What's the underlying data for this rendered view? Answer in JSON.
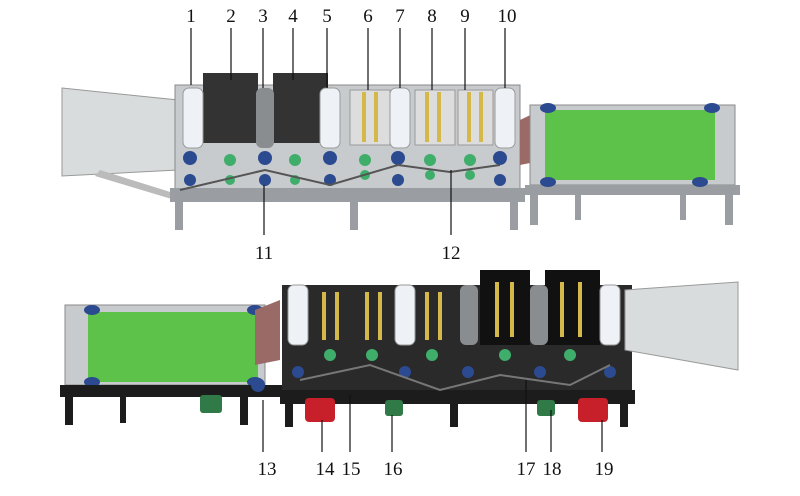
{
  "figure": {
    "top_labels": [
      "1",
      "2",
      "3",
      "4",
      "5",
      "6",
      "7",
      "8",
      "9",
      "10"
    ],
    "top_bottom_labels": [
      "11",
      "12"
    ],
    "bottom_labels": [
      "13",
      "14",
      "15",
      "16",
      "17",
      "18",
      "19"
    ]
  },
  "colors": {
    "belt_green": "#5cc24a",
    "frame_gray": "#9a9ea3",
    "dark_frame": "#1c1c1c",
    "roller_white": "#eef2f6",
    "roller_gray": "#8a8d90",
    "motor_red": "#c8202a",
    "motor_green": "#2f7a46",
    "bearing_blue": "#2b4a8f"
  }
}
